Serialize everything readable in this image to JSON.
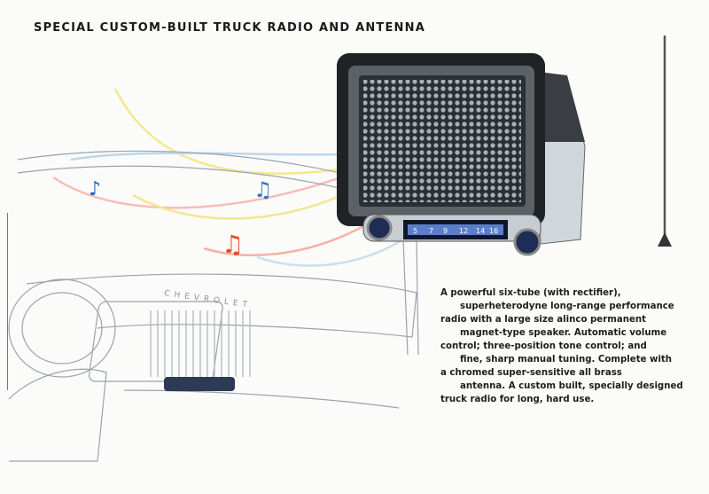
{
  "title": "SPECIAL CUSTOM-BUILT TRUCK RADIO AND ANTENNA",
  "description_lines": [
    "A powerful six-tube (with rectifier),",
    "superheterodyne long-range performance",
    "radio with a large size alinco permanent",
    "magnet-type speaker. Automatic volume",
    "control; three-position tone control; and",
    "fine, sharp manual tuning. Complete with",
    "a chromed super-sensitive all brass",
    "antenna. A custom built, specially designed",
    "truck radio for long, hard use."
  ],
  "dash_logo": "CHEVROLET",
  "dial_numbers": [
    "5",
    "7",
    "9",
    "12",
    "14",
    "16"
  ]
}
